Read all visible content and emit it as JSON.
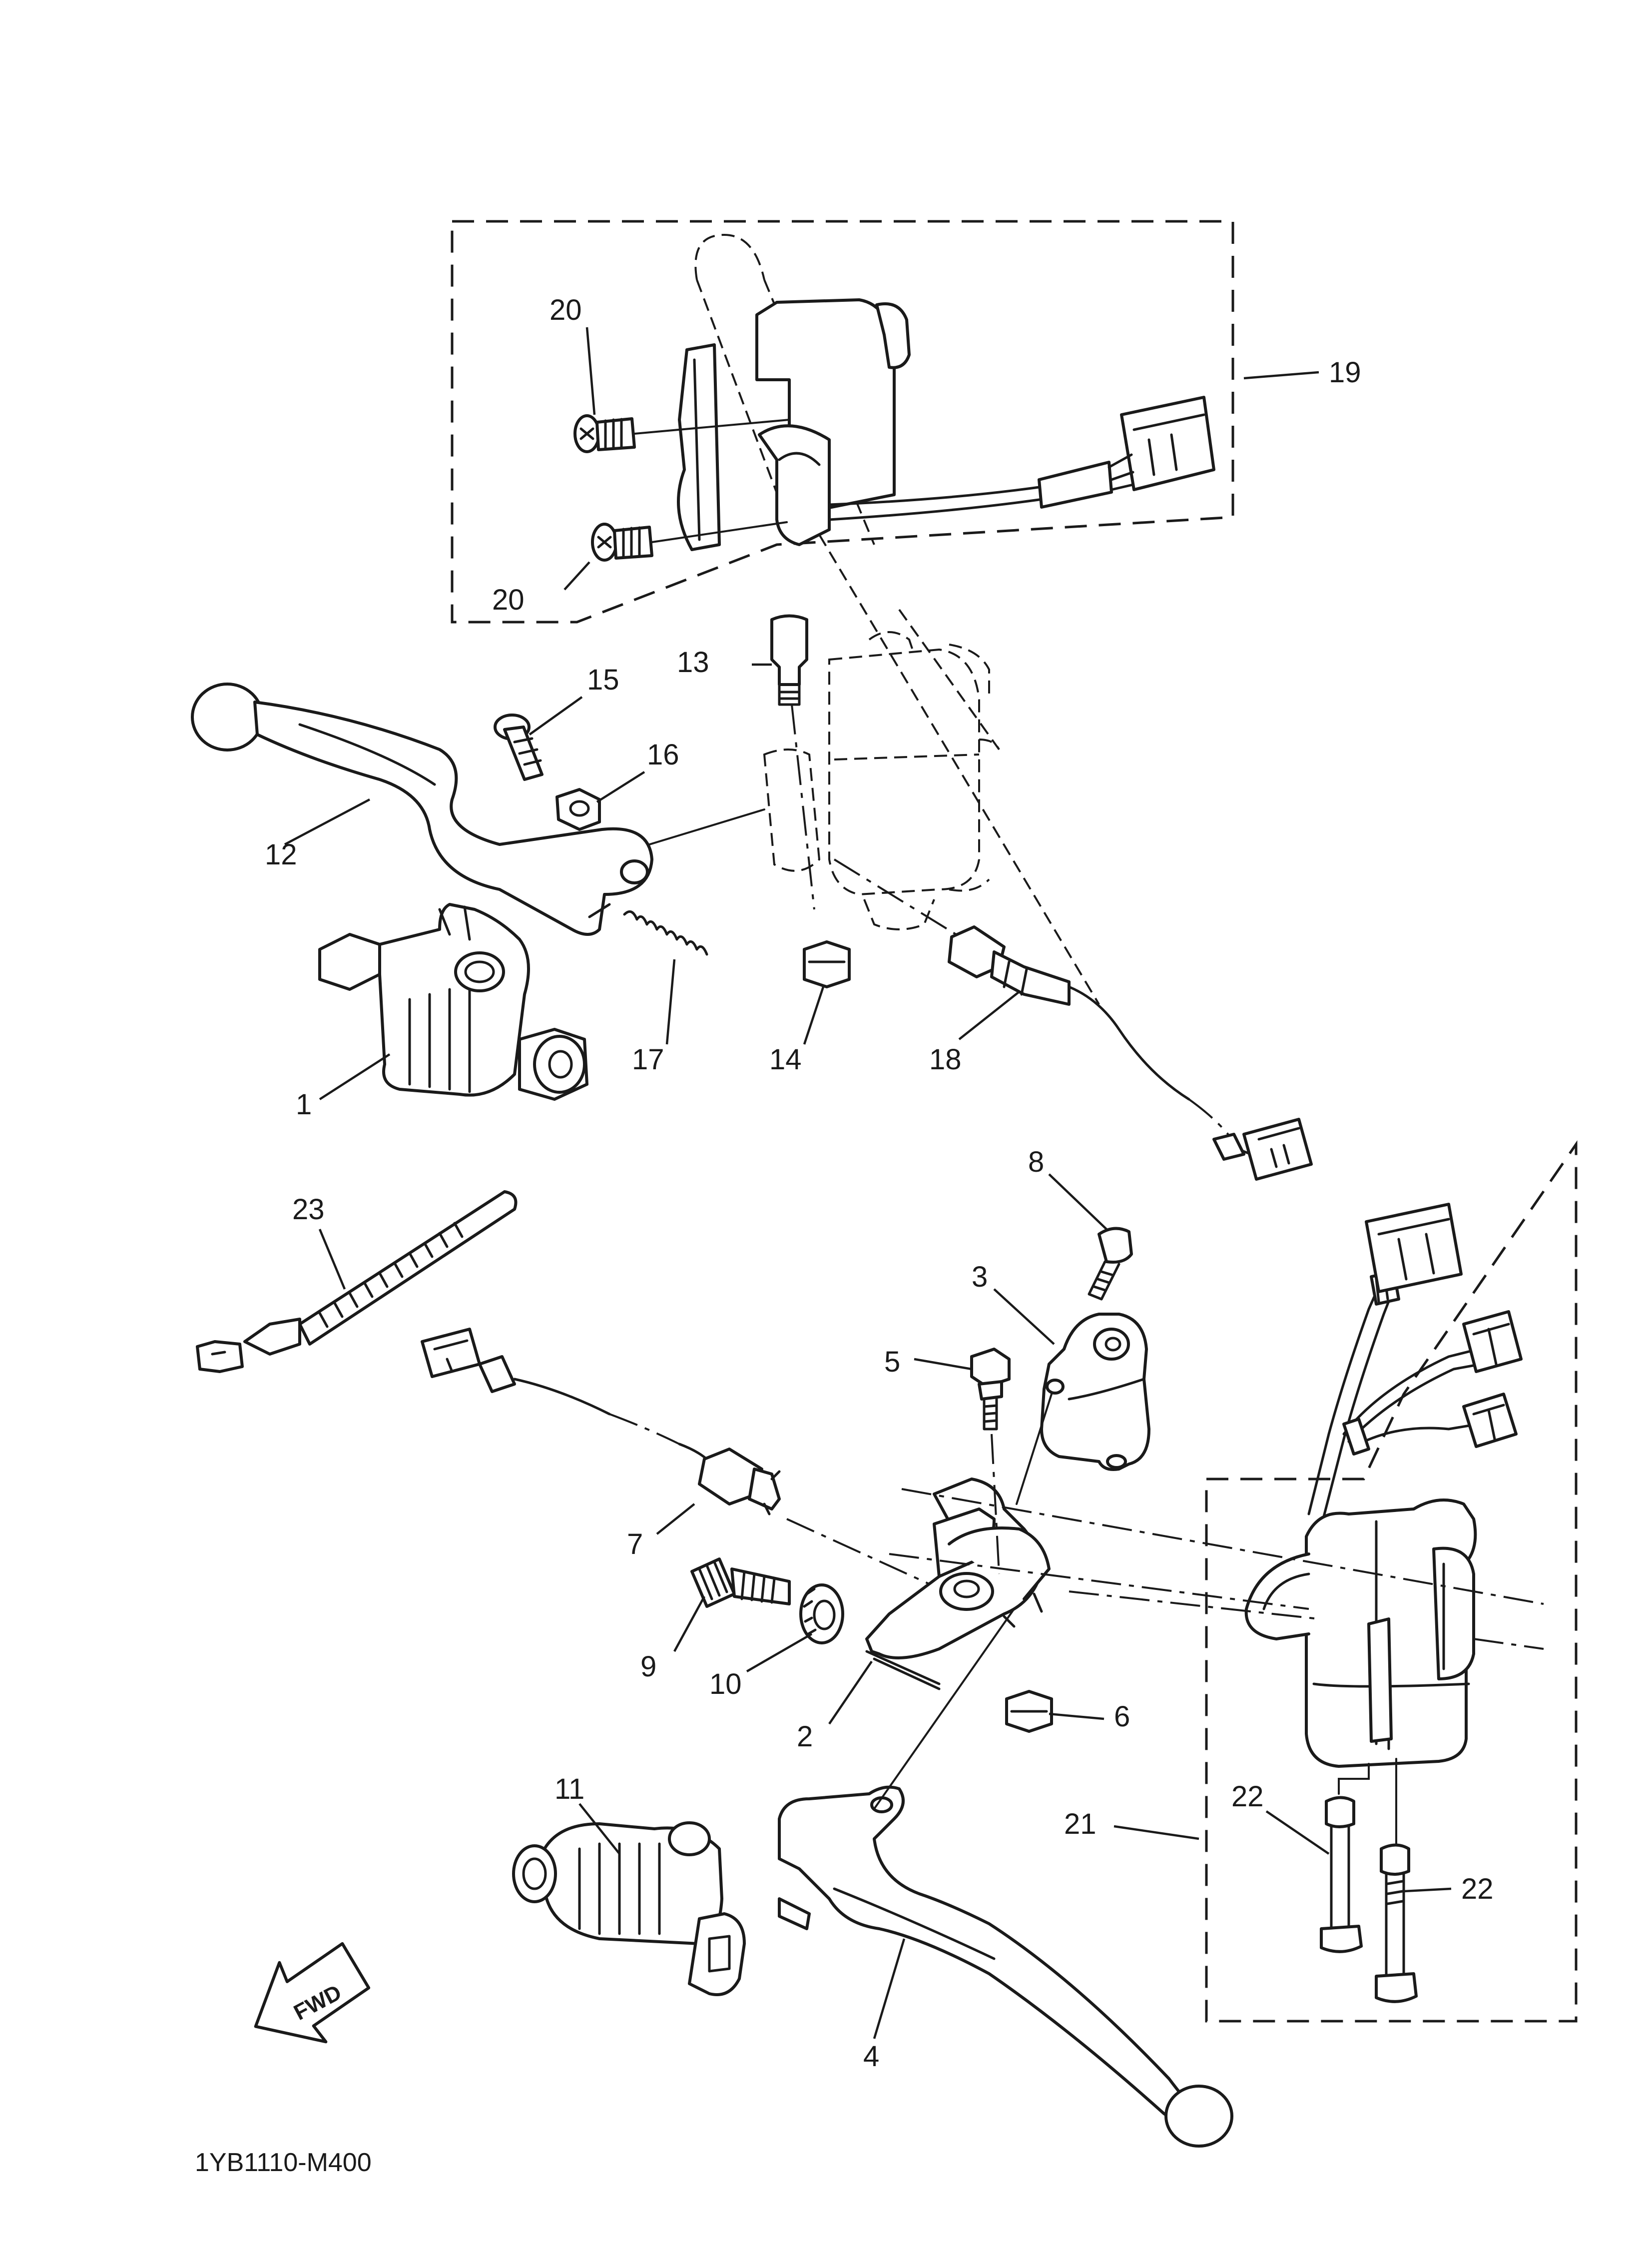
{
  "diagram": {
    "code": "1YB1110-M400",
    "fwd_label": "FWD"
  },
  "callouts": {
    "c1": "1",
    "c2": "2",
    "c3": "3",
    "c4": "4",
    "c5": "5",
    "c6": "6",
    "c7": "7",
    "c8": "8",
    "c9": "9",
    "c10": "10",
    "c11": "11",
    "c12": "12",
    "c13": "13",
    "c14": "14",
    "c15": "15",
    "c16": "16",
    "c17": "17",
    "c18": "18",
    "c19": "19",
    "c20a": "20",
    "c20b": "20",
    "c21": "21",
    "c22a": "22",
    "c22b": "22",
    "c23": "23"
  }
}
